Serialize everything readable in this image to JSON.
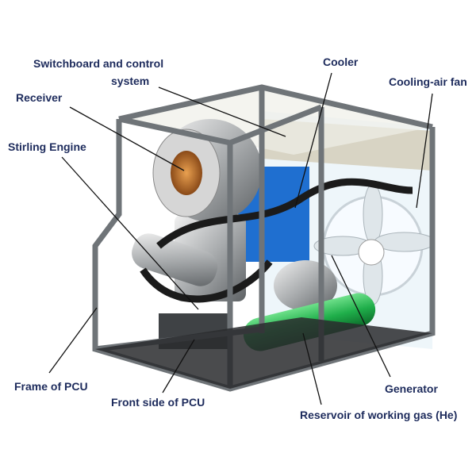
{
  "labels": {
    "switchboard_line1": "Switchboard and control",
    "switchboard_line2": "system",
    "cooler": "Cooler",
    "cooling_air_fan": "Cooling-air fan",
    "receiver": "Receiver",
    "stirling_engine": "Stirling Engine",
    "frame": "Frame of PCU",
    "front_side": "Front side of PCU",
    "generator": "Generator",
    "reservoir": "Reservoir of  working gas (He)"
  },
  "colors": {
    "label": "#1d2b5c",
    "frame": "#6f7478",
    "cooler": "#1f6fd0",
    "reservoir": "#1fae4a",
    "receiver_core": "#c7772a"
  }
}
